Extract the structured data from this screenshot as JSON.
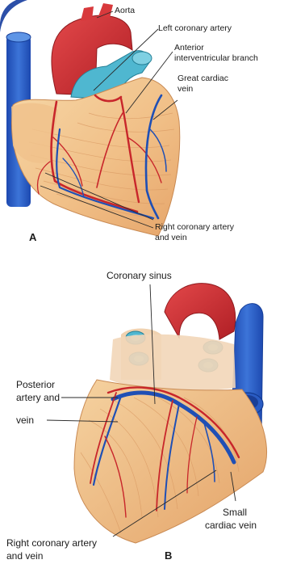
{
  "figure_a": {
    "panel_letter": "A",
    "labels": {
      "aorta": "Aorta",
      "left_coronary_artery": "Left coronary artery",
      "anterior_branch": [
        "Anterior",
        "interventricular branch"
      ],
      "great_cardiac_vein": [
        "Great cardiac",
        "vein"
      ],
      "right_coronary": [
        "Right coronary artery",
        "and vein"
      ]
    }
  },
  "figure_b": {
    "panel_letter": "B",
    "labels": {
      "coronary_sinus": "Coronary sinus",
      "posterior": [
        "Posterior",
        "artery and",
        "vein"
      ],
      "small_cardiac_vein": [
        "Small",
        "cardiac vein"
      ],
      "right_coronary": [
        "Right coronary artery",
        "and vein"
      ]
    }
  },
  "colors": {
    "artery": "#c8262b",
    "vein": "#1f4fb5",
    "pulmonary": "#4fb7d0",
    "myocardium": "#f3c98f"
  }
}
